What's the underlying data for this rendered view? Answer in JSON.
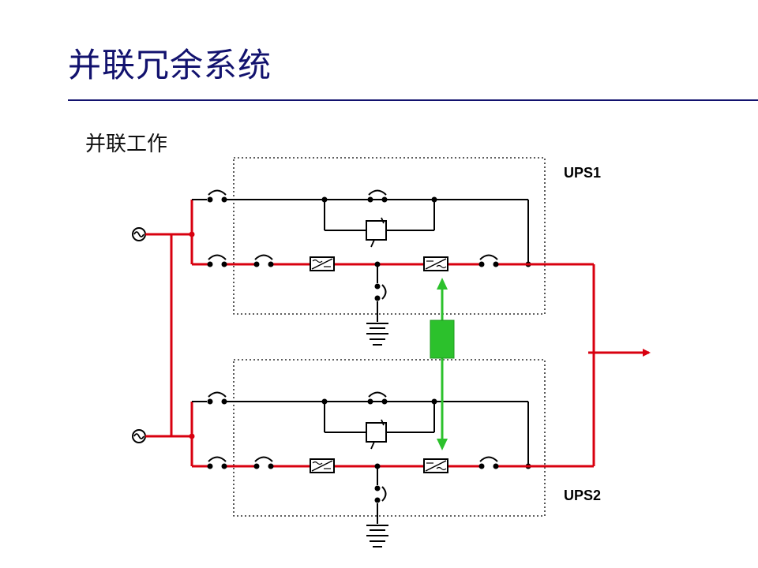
{
  "title": "并联冗余系统",
  "subtitle": "并联工作",
  "ups_units": [
    {
      "label": "UPS1"
    },
    {
      "label": "UPS2"
    }
  ],
  "colors": {
    "title": "#12126e",
    "power_path": "#d8000f",
    "control_link": "#2cc12c",
    "wire": "#000000",
    "enclosure_border": "#000000"
  },
  "icons": {
    "ac_source": "sine-wave-in-circle",
    "breaker": "switch-arc",
    "rectifier": "ac-dc-converter-box",
    "inverter": "dc-ac-converter-box",
    "static_switch": "static-bypass-switch",
    "battery": "ground-battery",
    "output": "arrow-right"
  }
}
